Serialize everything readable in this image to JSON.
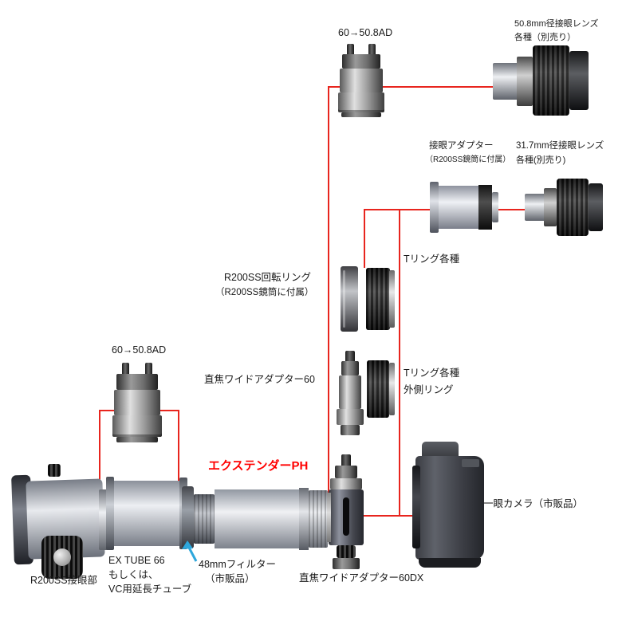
{
  "colors": {
    "connector_red": "#e8251e",
    "extender_text_red": "#ff0000",
    "arrow_blue": "#2ea7dc"
  },
  "labels": {
    "adapter_60_508_top": "60→50.8AD",
    "eyepiece_508_line1": "50.8mm径接眼レンズ",
    "eyepiece_508_line2": "各種（別売り）",
    "eye_adapter_line1": "接眼アダプター",
    "eye_adapter_line2": "（R200SS鏡筒に付属）",
    "eyepiece_317_line1": "31.7mm径接眼レンズ",
    "eyepiece_317_line2": "各種(別売り)",
    "rotation_ring_line1": "R200SS回転リング",
    "rotation_ring_line2": "（R200SS鏡筒に付属）",
    "t_ring": "Tリング各種",
    "wide_adapter_60": "直焦ワイドアダプター60",
    "t_ring_outer_line1": "Tリング各種",
    "t_ring_outer_line2": "外側リング",
    "adapter_60_508_left": "60→50.8AD",
    "extender_ph": "エクステンダーPH",
    "focuser": "R200SS接眼部",
    "ex_tube_line1": "EX TUBE 66",
    "ex_tube_line2": "もしくは、",
    "ex_tube_line3": "VC用延長チューブ",
    "filter_line1": "48mmフィルター",
    "filter_line2": "（市販品）",
    "wide_adapter_60dx": "直焦ワイドアダプター60DX",
    "camera": "一眼カメラ（市販品）"
  }
}
